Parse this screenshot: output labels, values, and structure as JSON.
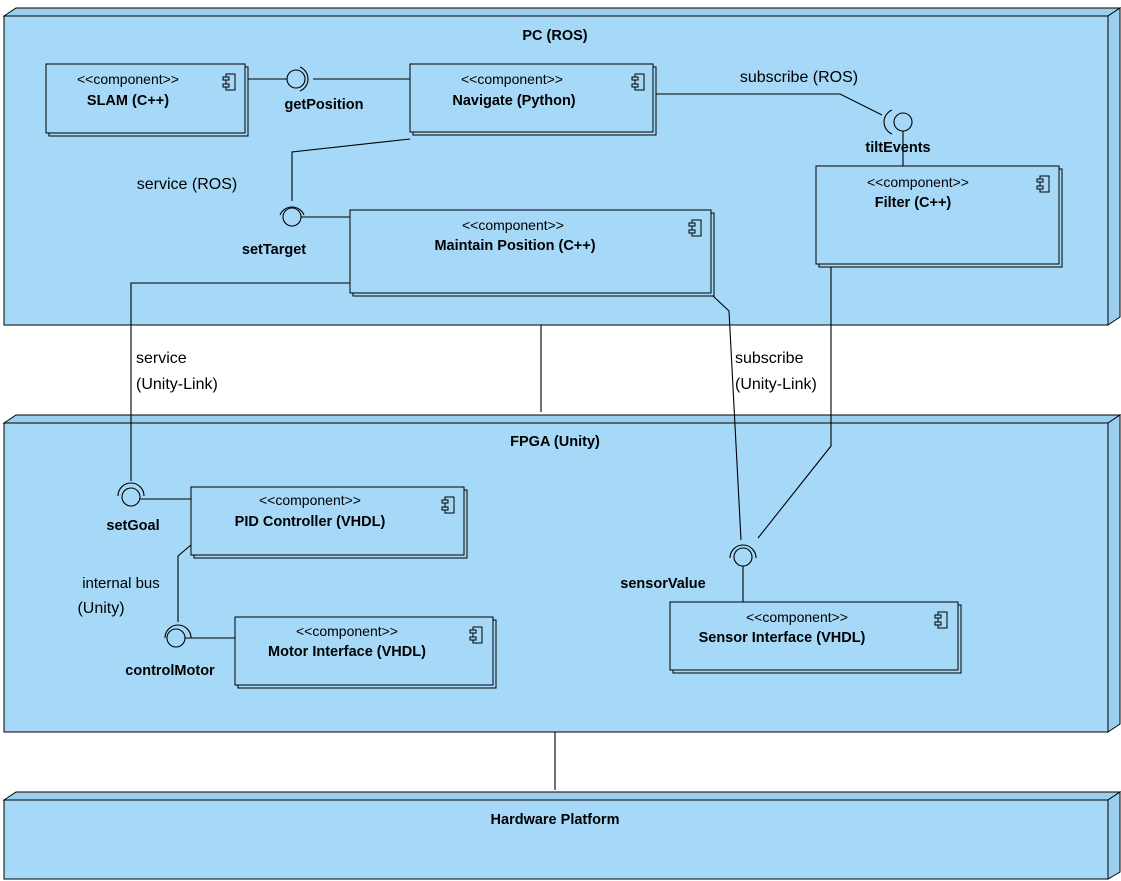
{
  "nodes": {
    "pc": "PC (ROS)",
    "fpga": "FPGA (Unity)",
    "hardware": "Hardware Platform"
  },
  "stereotype": "<<component>>",
  "components": {
    "slam": "SLAM (C++)",
    "navigate": "Navigate (Python)",
    "filter": "Filter (C++)",
    "maintain": "Maintain Position (C++)",
    "pid": "PID Controller (VHDL)",
    "motor": "Motor Interface (VHDL)",
    "sensor": "Sensor Interface (VHDL)"
  },
  "interfaces": {
    "getPosition": "getPosition",
    "tiltEvents": "tiltEvents",
    "setTarget": "setTarget",
    "setGoal": "setGoal",
    "controlMotor": "controlMotor",
    "sensorValue": "sensorValue"
  },
  "connectors": {
    "subscribe_ros": "subscribe (ROS)",
    "service_ros": "service (ROS)",
    "service_unity_1": "service",
    "service_unity_2": "(Unity-Link)",
    "subscribe_unity_1": "subscribe",
    "subscribe_unity_2": "(Unity-Link)",
    "internal_bus_1": "internal bus",
    "internal_bus_2": "(Unity)"
  },
  "colors": {
    "node_fill": "#a6d8f7",
    "stroke": "#000000"
  },
  "icons": {
    "component": "component-icon"
  }
}
